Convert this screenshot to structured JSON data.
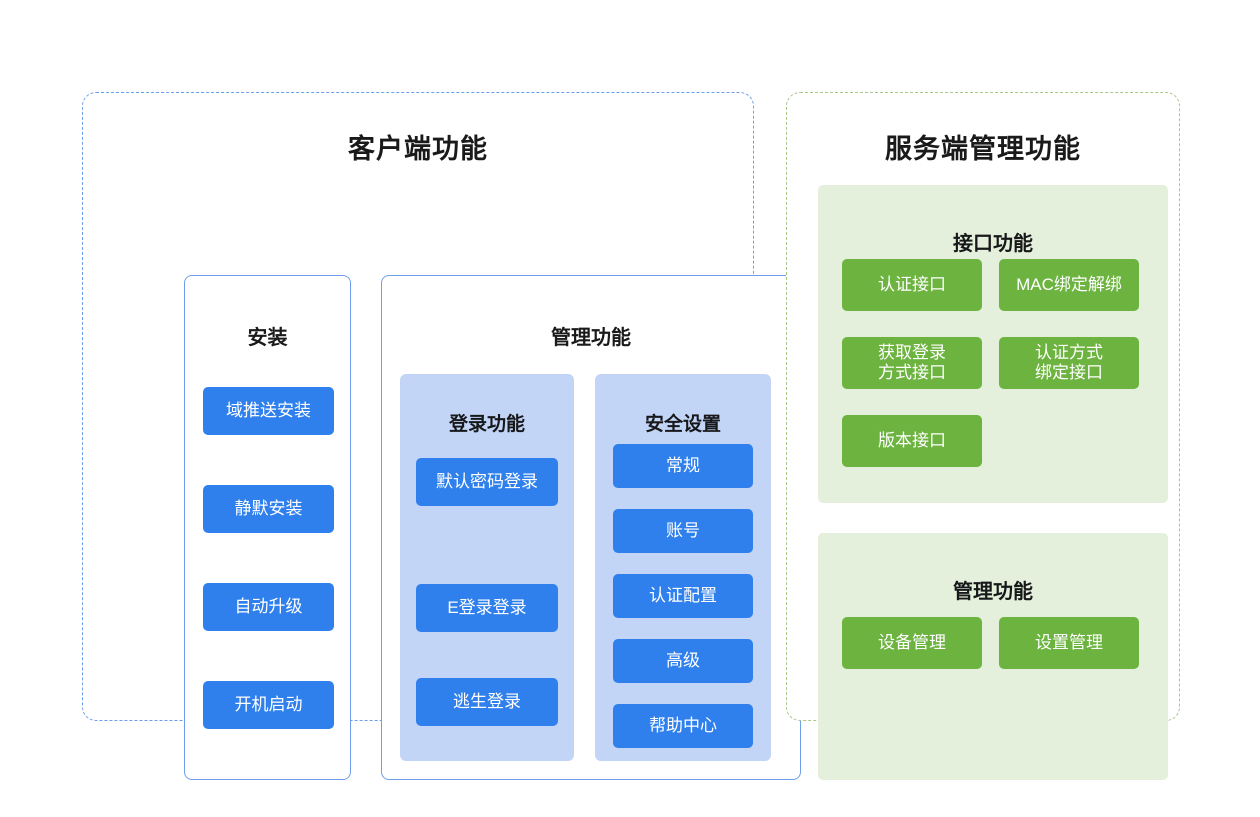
{
  "colors": {
    "blue_chip": "#2f80ed",
    "blue_group_bg": "#c2d5f7",
    "blue_border": "#6d9eeb",
    "green_chip": "#6cb33f",
    "green_group_bg": "#e4f0db",
    "green_border": "#a8c58a",
    "page_bg": "#ffffff"
  },
  "client": {
    "title": "客户端功能",
    "install": {
      "title": "安装",
      "items": [
        {
          "label": "域推送安装"
        },
        {
          "label": "静默安装"
        },
        {
          "label": "自动升级"
        },
        {
          "label": "开机启动"
        }
      ]
    },
    "manage": {
      "title": "管理功能",
      "login": {
        "title": "登录功能",
        "items": [
          {
            "label": "默认密码登录"
          },
          {
            "label": "E登录登录"
          },
          {
            "label": "逃生登录"
          }
        ]
      },
      "security": {
        "title": "安全设置",
        "items": [
          {
            "label": "常规"
          },
          {
            "label": "账号"
          },
          {
            "label": "认证配置"
          },
          {
            "label": "高级"
          },
          {
            "label": "帮助中心"
          }
        ]
      }
    }
  },
  "server": {
    "title": "服务端管理功能",
    "api": {
      "title": "接口功能",
      "items": [
        {
          "line1": "认证接口",
          "line2": ""
        },
        {
          "line1": "MAC绑定解绑",
          "line2": ""
        },
        {
          "line1": "获取登录",
          "line2": "方式接口"
        },
        {
          "line1": "认证方式",
          "line2": "绑定接口"
        },
        {
          "line1": "版本接口",
          "line2": ""
        }
      ]
    },
    "admin": {
      "title": "管理功能",
      "items": [
        {
          "label": "设备管理"
        },
        {
          "label": "设置管理"
        }
      ]
    }
  }
}
